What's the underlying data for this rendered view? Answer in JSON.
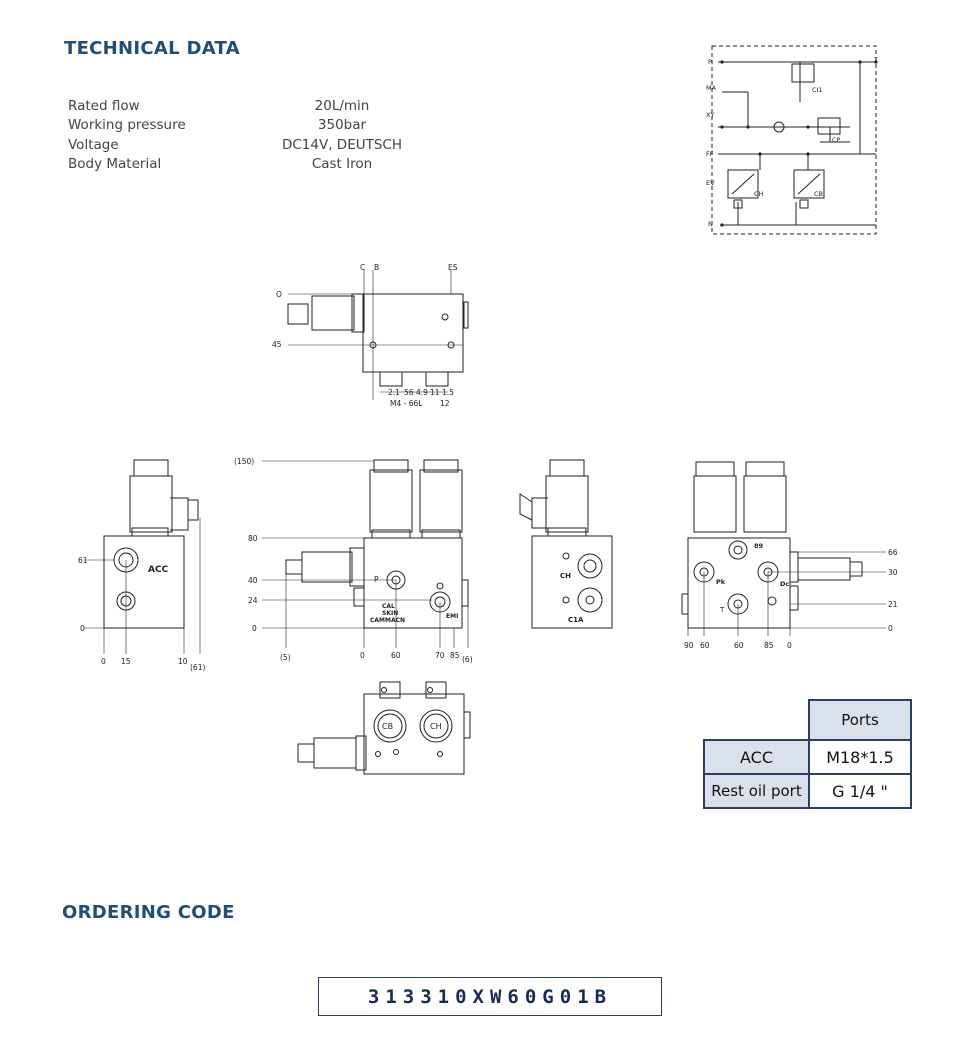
{
  "technical_data": {
    "heading": "TECHNICAL DATA",
    "rows": [
      {
        "label": "Rated flow",
        "value": "20L/min"
      },
      {
        "label": "Working pressure",
        "value": "350bar"
      },
      {
        "label": "Voltage",
        "value": "DC14V, DEUTSCH"
      },
      {
        "label": "Body Material",
        "value": "Cast Iron"
      }
    ]
  },
  "schematic": {
    "ports": [
      "P",
      "MA",
      "XY",
      "FF",
      "EV",
      "N",
      "T"
    ],
    "valves": [
      "CI1",
      "CP",
      "CH",
      "CB"
    ]
  },
  "top_view": {
    "labels": [
      "C",
      "B",
      "ES",
      "O",
      "45",
      "2.1",
      "56",
      "4.9",
      "11",
      "1.5",
      "M4 - 66L",
      "12"
    ]
  },
  "left_view": {
    "labels": [
      "61",
      "ACC",
      "0",
      "0",
      "15",
      "10",
      "(61)"
    ]
  },
  "front_view": {
    "labels": [
      "(150)",
      "80",
      "40",
      "24",
      "0",
      "P",
      "CAL",
      "SKIN",
      "CAMMACN",
      "EMI",
      "(5)",
      "0",
      "60",
      "70",
      "85",
      "(6)"
    ]
  },
  "middle_view": {
    "labels": [
      "CH",
      "C1A"
    ]
  },
  "right_view": {
    "labels": [
      "66",
      "30",
      "21",
      "0",
      "89",
      "Pk",
      "Dc",
      "T",
      "90",
      "60",
      "60",
      "85",
      "0"
    ]
  },
  "bottom_view": {
    "labels": [
      "CB",
      "CH"
    ]
  },
  "ports_table": {
    "header": "Ports",
    "rows": [
      {
        "name": "ACC",
        "value": "M18*1.5"
      },
      {
        "name": "Rest oil port",
        "value": "G 1/4 \""
      }
    ]
  },
  "ordering_code": {
    "heading": "ORDERING CODE",
    "code": "313310XW60G01B"
  }
}
